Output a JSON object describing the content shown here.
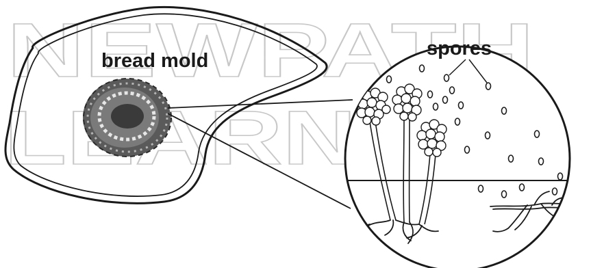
{
  "labels": {
    "bread_mold": "bread mold",
    "spores": "spores"
  },
  "watermark": {
    "line1": "NEWPATH",
    "line2": "LEARNING"
  },
  "colors": {
    "ink": "#1a1a1a",
    "mold_dark": "#3a3a3a",
    "mold_mid": "#7a7a7a",
    "mold_light": "#b5b5b5",
    "watermark": "#c8c8c8"
  }
}
